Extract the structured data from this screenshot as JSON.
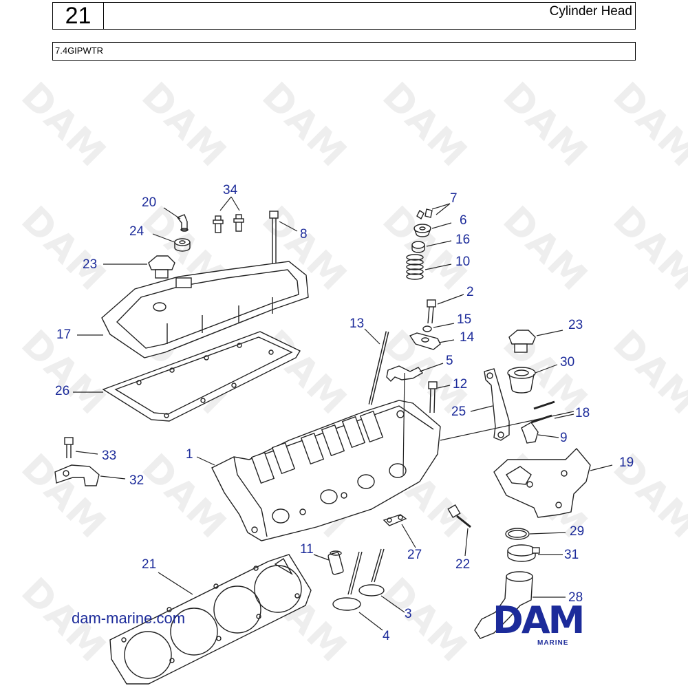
{
  "header": {
    "page_number": "21",
    "title": "Cylinder Head"
  },
  "model_code": "7.4GIPWTR",
  "watermark_text": "DAM",
  "site_url": "dam-marine.com",
  "logo": {
    "brand": "DAM",
    "subtitle": "MARINE",
    "color": "#1c2b9a"
  },
  "accent_color": "#1c2b9a",
  "callouts": [
    {
      "id": "l20",
      "text": "20"
    },
    {
      "id": "l34",
      "text": "34"
    },
    {
      "id": "l24",
      "text": "24"
    },
    {
      "id": "l8",
      "text": "8"
    },
    {
      "id": "l23a",
      "text": "23"
    },
    {
      "id": "l7",
      "text": "7"
    },
    {
      "id": "l6",
      "text": "6"
    },
    {
      "id": "l16",
      "text": "16"
    },
    {
      "id": "l10",
      "text": "10"
    },
    {
      "id": "l2",
      "text": "2"
    },
    {
      "id": "l13",
      "text": "13"
    },
    {
      "id": "l15",
      "text": "15"
    },
    {
      "id": "l14",
      "text": "14"
    },
    {
      "id": "l17",
      "text": "17"
    },
    {
      "id": "l5",
      "text": "5"
    },
    {
      "id": "l23b",
      "text": "23"
    },
    {
      "id": "l30",
      "text": "30"
    },
    {
      "id": "l26",
      "text": "26"
    },
    {
      "id": "l12",
      "text": "12"
    },
    {
      "id": "l25",
      "text": "25"
    },
    {
      "id": "l18",
      "text": "18"
    },
    {
      "id": "l9",
      "text": "9"
    },
    {
      "id": "l33",
      "text": "33"
    },
    {
      "id": "l1",
      "text": "1"
    },
    {
      "id": "l19",
      "text": "19"
    },
    {
      "id": "l32",
      "text": "32"
    },
    {
      "id": "l29",
      "text": "29"
    },
    {
      "id": "l11",
      "text": "11"
    },
    {
      "id": "l27",
      "text": "27"
    },
    {
      "id": "l31",
      "text": "31"
    },
    {
      "id": "l21",
      "text": "21"
    },
    {
      "id": "l22",
      "text": "22"
    },
    {
      "id": "l28",
      "text": "28"
    },
    {
      "id": "l3",
      "text": "3"
    },
    {
      "id": "l4",
      "text": "4"
    }
  ]
}
